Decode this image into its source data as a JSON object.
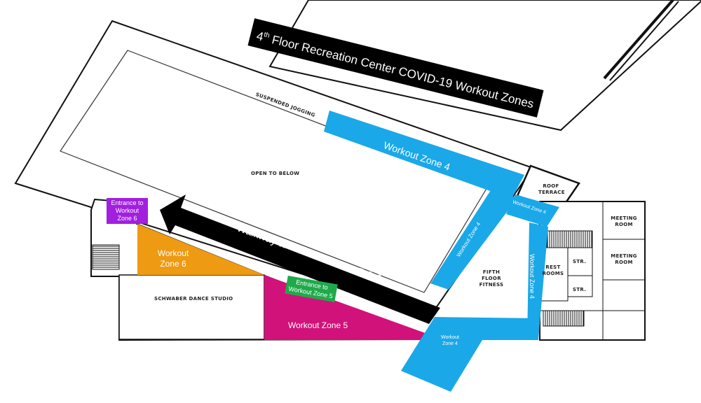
{
  "title": {
    "prefix": "4",
    "superscript": "th",
    "text": " Floor Recreation Center COVID-19 Workout Zones"
  },
  "colors": {
    "zone4": "#1aa8e8",
    "zone5": "#d1127a",
    "zone6": "#ee9a12",
    "entrance5": "#1faa4a",
    "entrance6": "#a21fe0",
    "walkway": "#000000"
  },
  "plan_labels": {
    "suspended_jogging": "SUSPENDED JOGGING",
    "open_to_below": "OPEN TO BELOW",
    "roof_terrace": "ROOF TERRACE",
    "fifth_floor_fitness": "FIFTH FLOOR FITNESS",
    "rest_rooms": "REST ROOMS",
    "str1": "STR.",
    "str2": "STR.",
    "meeting_room_1": "MEETING ROOM",
    "meeting_room_2": "MEETING ROOM",
    "dance_studio": "SCHWABER DANCE STUDIO"
  },
  "zones": {
    "zone4_main": "Workout Zone 4",
    "zone4_diag": "Workout Zone 4",
    "zone4_small": "Workout Zone 4",
    "zone4_vertical": "Workout Zone 4",
    "zone4_bottom": "Workout Zone 4",
    "zone5": "Workout Zone 5",
    "zone6": "Workout Zone 6"
  },
  "entrances": {
    "zone5": "Entrance to Workout Zone 5",
    "zone6": "Entrance to Workout Zone 6"
  },
  "walkway": "Walkway to workout Zones 5 & 6"
}
